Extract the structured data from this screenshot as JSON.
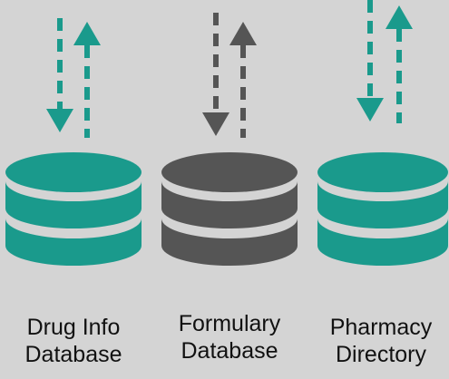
{
  "colors": {
    "background": "#d4d4d4",
    "teal": "#1a9a8c",
    "gray": "#555555"
  },
  "databases": [
    {
      "icon": "database-icon",
      "color": "#1a9a8c",
      "label_line1": "Drug Info",
      "label_line2": "Database",
      "arrows": [
        "down-arrow-dashed",
        "up-arrow-dashed"
      ]
    },
    {
      "icon": "database-icon",
      "color": "#555555",
      "label_line1": "Formulary",
      "label_line2": "Database",
      "arrows": [
        "down-arrow-dashed",
        "up-arrow-dashed"
      ]
    },
    {
      "icon": "database-icon",
      "color": "#1a9a8c",
      "label_line1": "Pharmacy",
      "label_line2": "Directory",
      "arrows": [
        "down-arrow-dashed",
        "up-arrow-dashed"
      ]
    }
  ]
}
